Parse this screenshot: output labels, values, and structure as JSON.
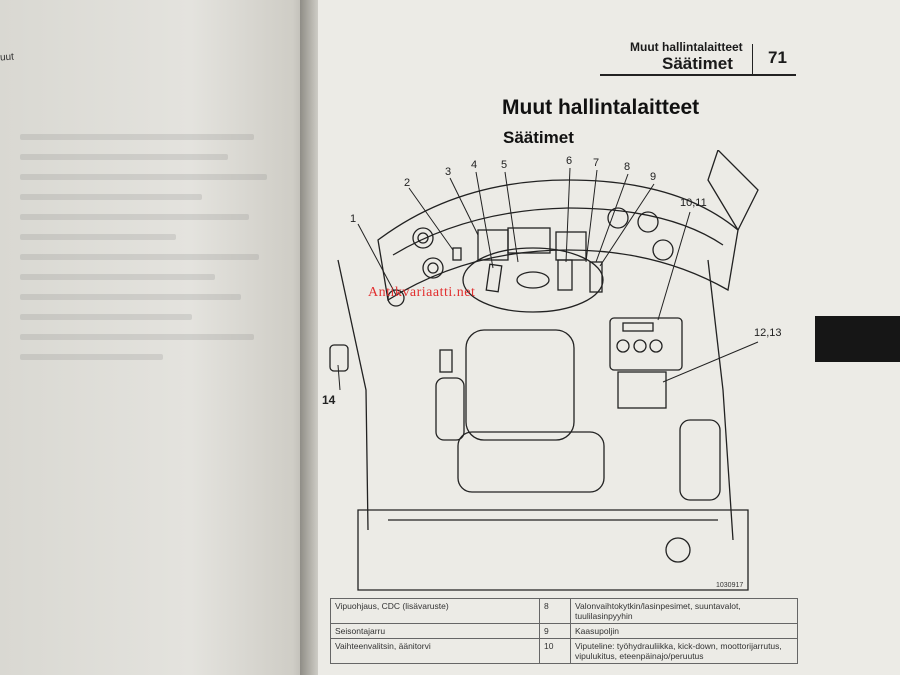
{
  "left_page": {
    "tag": "uut"
  },
  "header": {
    "section": "Muut hallintalaitteet",
    "subsection": "Säätimet",
    "page_number": "71"
  },
  "title": "Muut hallintalaitteet",
  "subtitle": "Säätimet",
  "figure": {
    "callouts": [
      "1",
      "2",
      "3",
      "4",
      "5",
      "6",
      "7",
      "8",
      "9",
      "10,11",
      "12,13",
      "14"
    ],
    "figure_id": "1030917"
  },
  "watermark": "Antikvariaatti.net",
  "legend": [
    {
      "left_desc": "Vipuohjaus, CDC (lisävaruste)",
      "right_num": "8",
      "right_desc": "Valonvaihtokytkin/lasinpesimet, suuntavalot, tuulilasinpyyhin"
    },
    {
      "left_desc": "Seisontajarru",
      "right_num": "9",
      "right_desc": "Kaasupoljin"
    },
    {
      "left_desc": "Vaihteenvalitsin, äänitorvi",
      "right_num": "10",
      "right_desc": "Viputeline: työhydrauliikka, kick-down, moottorijarrutus, vipulukitus, eteenpäinajo/peruutus"
    }
  ]
}
